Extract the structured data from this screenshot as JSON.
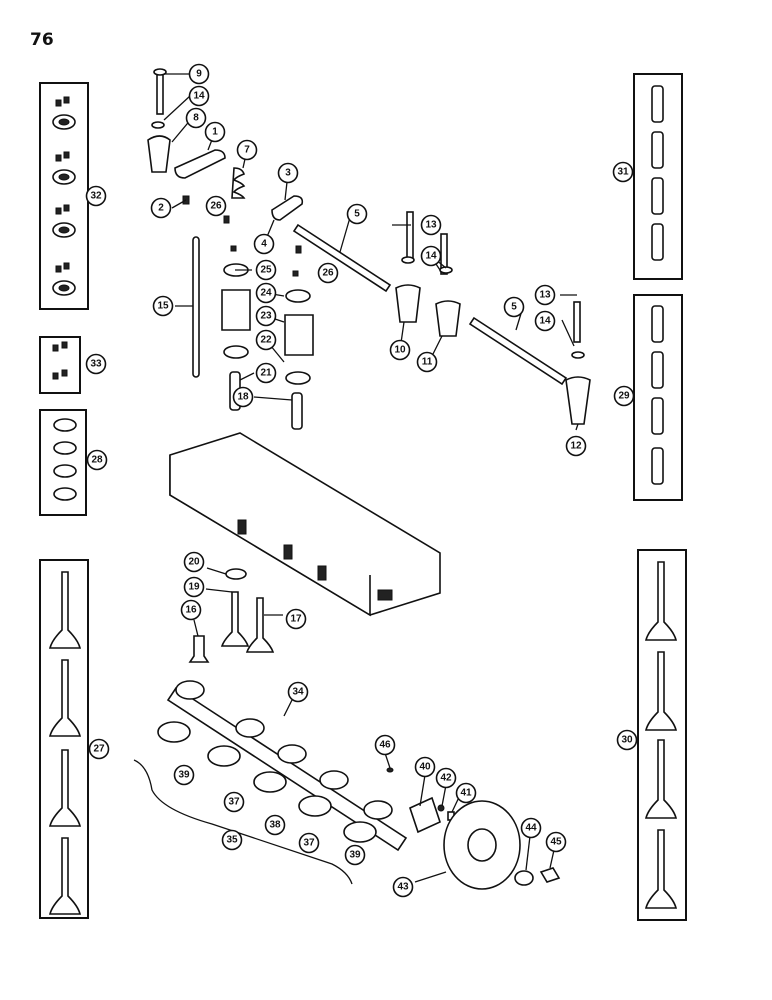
{
  "page": {
    "number": "76"
  },
  "callouts": [
    {
      "id": "c1",
      "label": "1"
    },
    {
      "id": "c2",
      "label": "2"
    },
    {
      "id": "c3",
      "label": "3"
    },
    {
      "id": "c4",
      "label": "4"
    },
    {
      "id": "c5a",
      "label": "5"
    },
    {
      "id": "c5b",
      "label": "5"
    },
    {
      "id": "c7",
      "label": "7"
    },
    {
      "id": "c8",
      "label": "8"
    },
    {
      "id": "c9",
      "label": "9"
    },
    {
      "id": "c10",
      "label": "10"
    },
    {
      "id": "c11",
      "label": "11"
    },
    {
      "id": "c12",
      "label": "12"
    },
    {
      "id": "c13a",
      "label": "13"
    },
    {
      "id": "c13b",
      "label": "13"
    },
    {
      "id": "c14a",
      "label": "14"
    },
    {
      "id": "c14b",
      "label": "14"
    },
    {
      "id": "c14c",
      "label": "14"
    },
    {
      "id": "c15",
      "label": "15"
    },
    {
      "id": "c16",
      "label": "16"
    },
    {
      "id": "c17",
      "label": "17"
    },
    {
      "id": "c18",
      "label": "18"
    },
    {
      "id": "c19",
      "label": "19"
    },
    {
      "id": "c20",
      "label": "20"
    },
    {
      "id": "c21",
      "label": "21"
    },
    {
      "id": "c22",
      "label": "22"
    },
    {
      "id": "c23",
      "label": "23"
    },
    {
      "id": "c24",
      "label": "24"
    },
    {
      "id": "c25",
      "label": "25"
    },
    {
      "id": "c26a",
      "label": "26"
    },
    {
      "id": "c26b",
      "label": "26"
    },
    {
      "id": "c27",
      "label": "27"
    },
    {
      "id": "c28",
      "label": "28"
    },
    {
      "id": "c29",
      "label": "29"
    },
    {
      "id": "c30",
      "label": "30"
    },
    {
      "id": "c31",
      "label": "31"
    },
    {
      "id": "c32",
      "label": "32"
    },
    {
      "id": "c33",
      "label": "33"
    },
    {
      "id": "c34",
      "label": "34"
    },
    {
      "id": "c35",
      "label": "35"
    },
    {
      "id": "c37a",
      "label": "37"
    },
    {
      "id": "c37b",
      "label": "37"
    },
    {
      "id": "c38",
      "label": "38"
    },
    {
      "id": "c39a",
      "label": "39"
    },
    {
      "id": "c39b",
      "label": "39"
    },
    {
      "id": "c40",
      "label": "40"
    },
    {
      "id": "c41",
      "label": "41"
    },
    {
      "id": "c42",
      "label": "42"
    },
    {
      "id": "c43",
      "label": "43"
    },
    {
      "id": "c44",
      "label": "44"
    },
    {
      "id": "c45",
      "label": "45"
    },
    {
      "id": "c46",
      "label": "46"
    }
  ]
}
